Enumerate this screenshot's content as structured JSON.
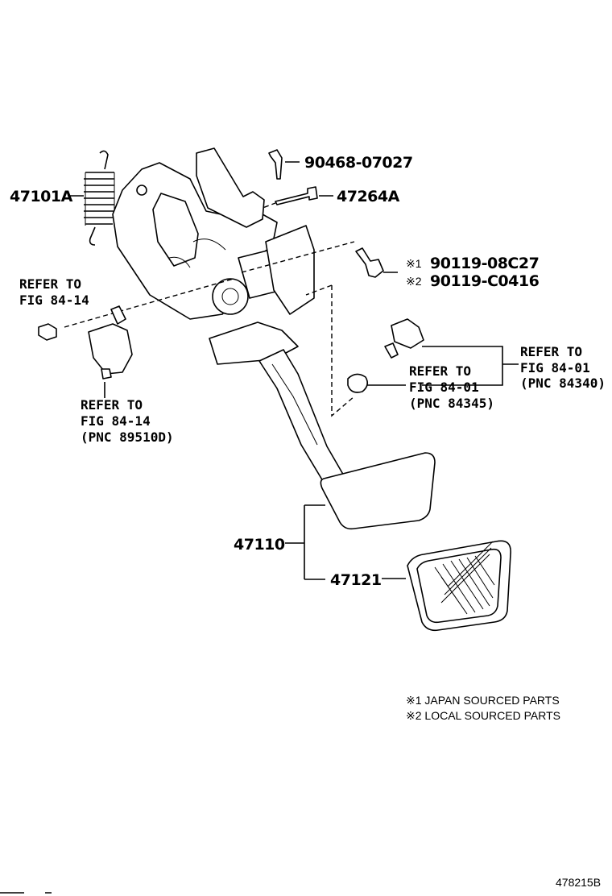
{
  "callouts": {
    "p47101A": "47101A",
    "p90468": "90468-07027",
    "p47264A": "47264A",
    "p90119_1": "90119-08C27",
    "p90119_2": "90119-C0416",
    "p47110": "47110",
    "p47121": "47121",
    "mark1": "※1",
    "mark2": "※2"
  },
  "references": {
    "ref1_l1": "REFER TO",
    "ref1_l2": "FIG 84-14",
    "ref2_l1": "REFER TO",
    "ref2_l2": "FIG 84-14",
    "ref2_l3": "(PNC 89510D)",
    "ref3_l1": "REFER TO",
    "ref3_l2": "FIG 84-01",
    "ref3_l3": "(PNC 84345)",
    "ref4_l1": "REFER TO",
    "ref4_l2": "FIG 84-01",
    "ref4_l3": "(PNC 84340)"
  },
  "notes": {
    "note1": "※1 JAPAN SOURCED PARTS",
    "note2": "※2 LOCAL SOURCED PARTS"
  },
  "figure_id": "478215B"
}
